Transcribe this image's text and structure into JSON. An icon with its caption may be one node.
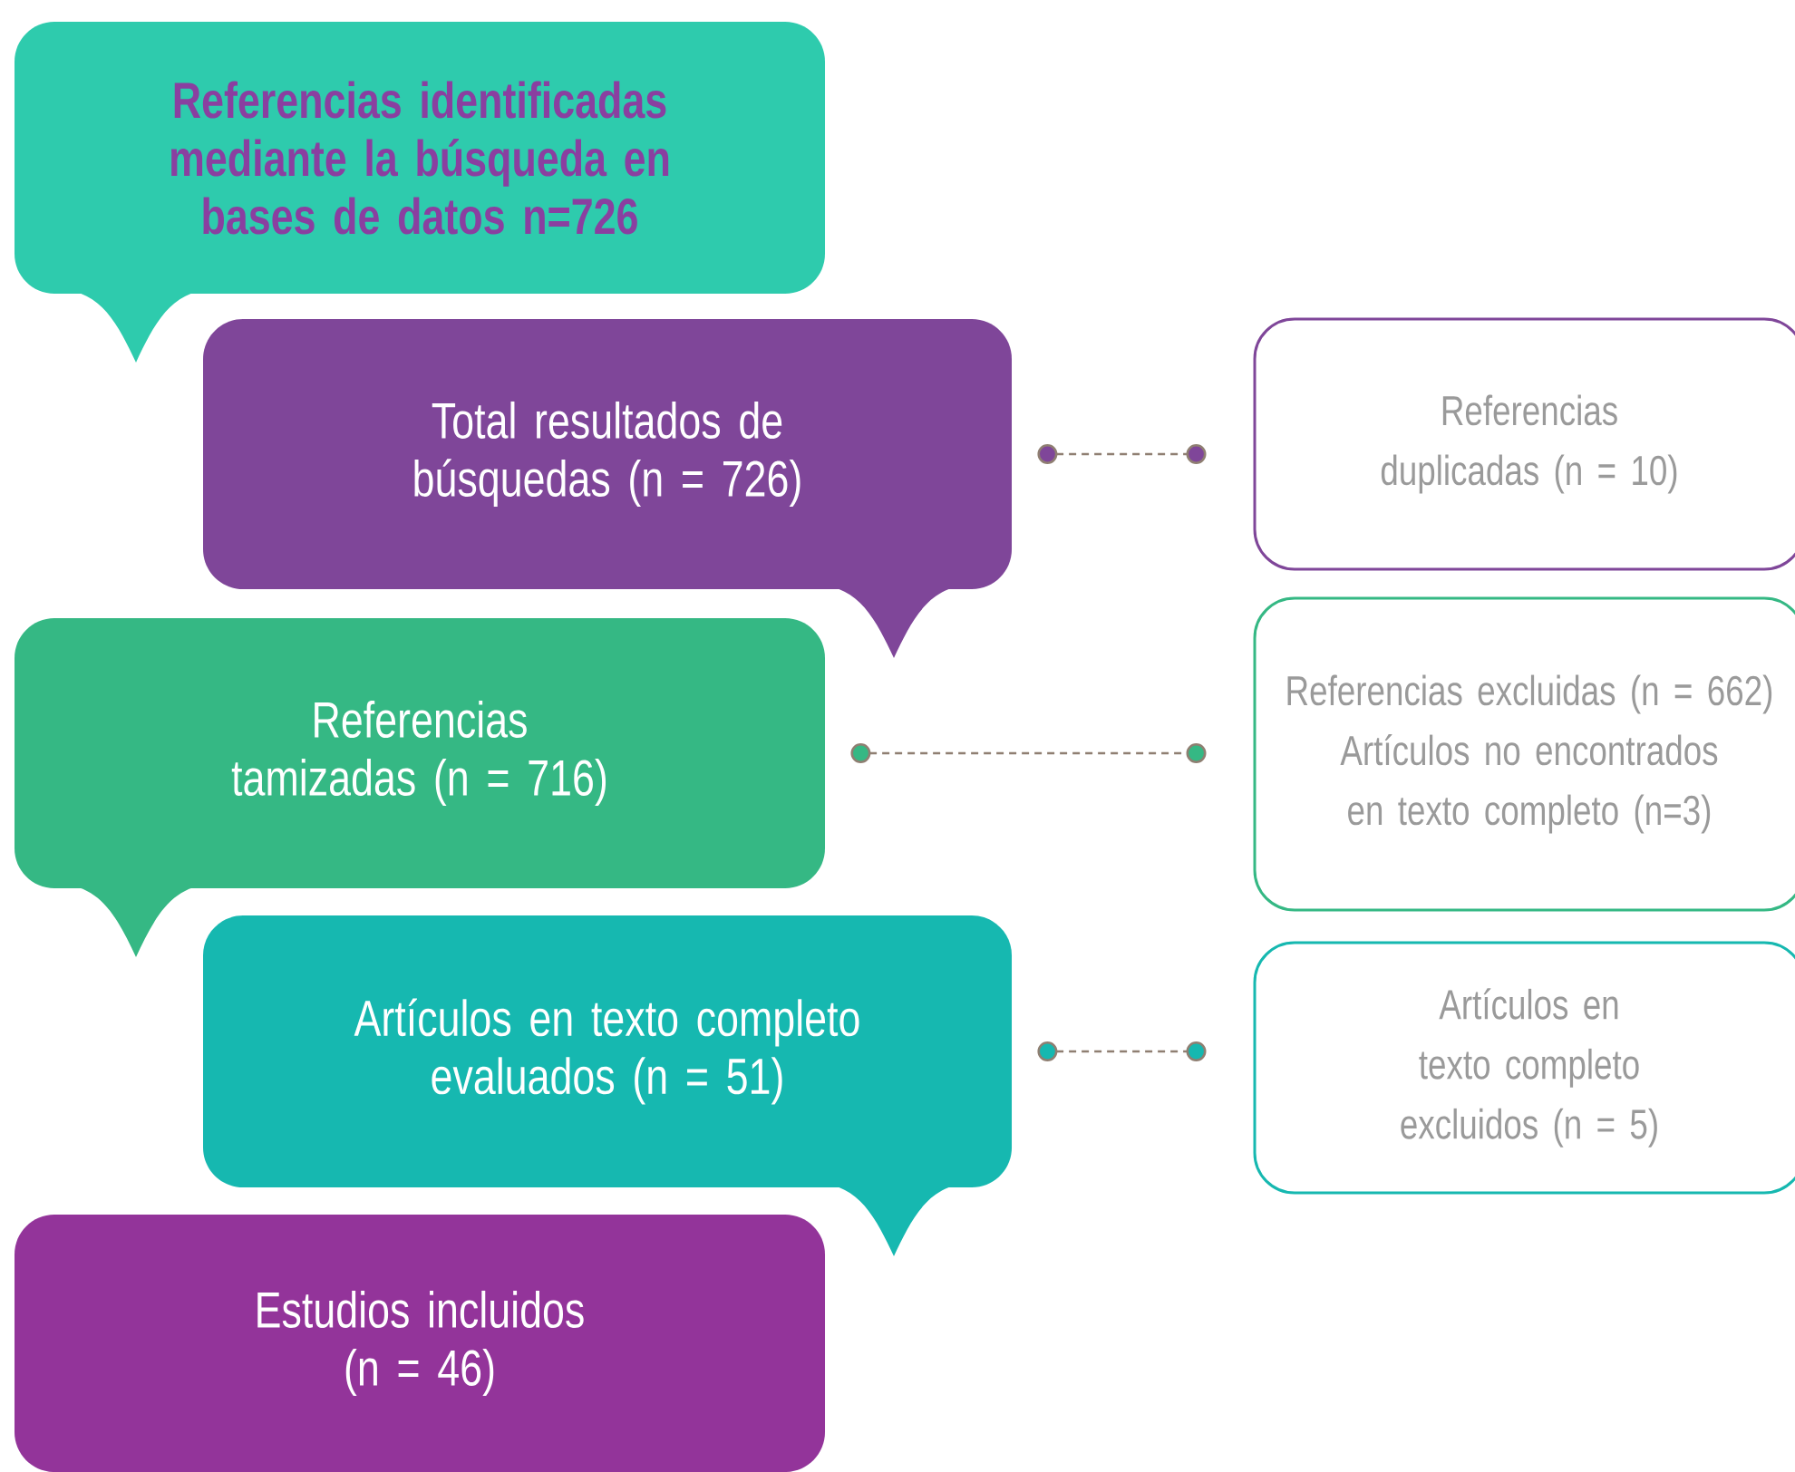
{
  "diagram": {
    "nodes": [
      {
        "text": [
          "Referencias identificadas mediante la búsqueda en bases de datos n=726"
        ]
      },
      {
        "text": [
          "Total resultados de búsquedas (n = 726)"
        ]
      },
      {
        "text": [
          "Referencias tamizadas (n = 716)"
        ]
      },
      {
        "text": [
          "Artículos en texto completo evaluados (n = 51)"
        ]
      },
      {
        "text": [
          "Estudios incluidos (n = 46)"
        ]
      },
      {
        "text": [
          "Referencias duplicadas (n = 10)"
        ]
      },
      {
        "text": [
          "Referencias excluidas (n = 662)",
          "Artículos no encontrados en texto completo (n=3)"
        ]
      },
      {
        "text": [
          "Artículos en texto completo excluidos (n = 5)"
        ]
      }
    ],
    "edges": [
      {
        "from": 1,
        "to": 5,
        "arrow": "other",
        "style": "dashed"
      },
      {
        "from": 2,
        "to": 6,
        "arrow": "other",
        "style": "dashed"
      },
      {
        "from": 3,
        "to": 7,
        "arrow": "other",
        "style": "dashed"
      }
    ]
  }
}
